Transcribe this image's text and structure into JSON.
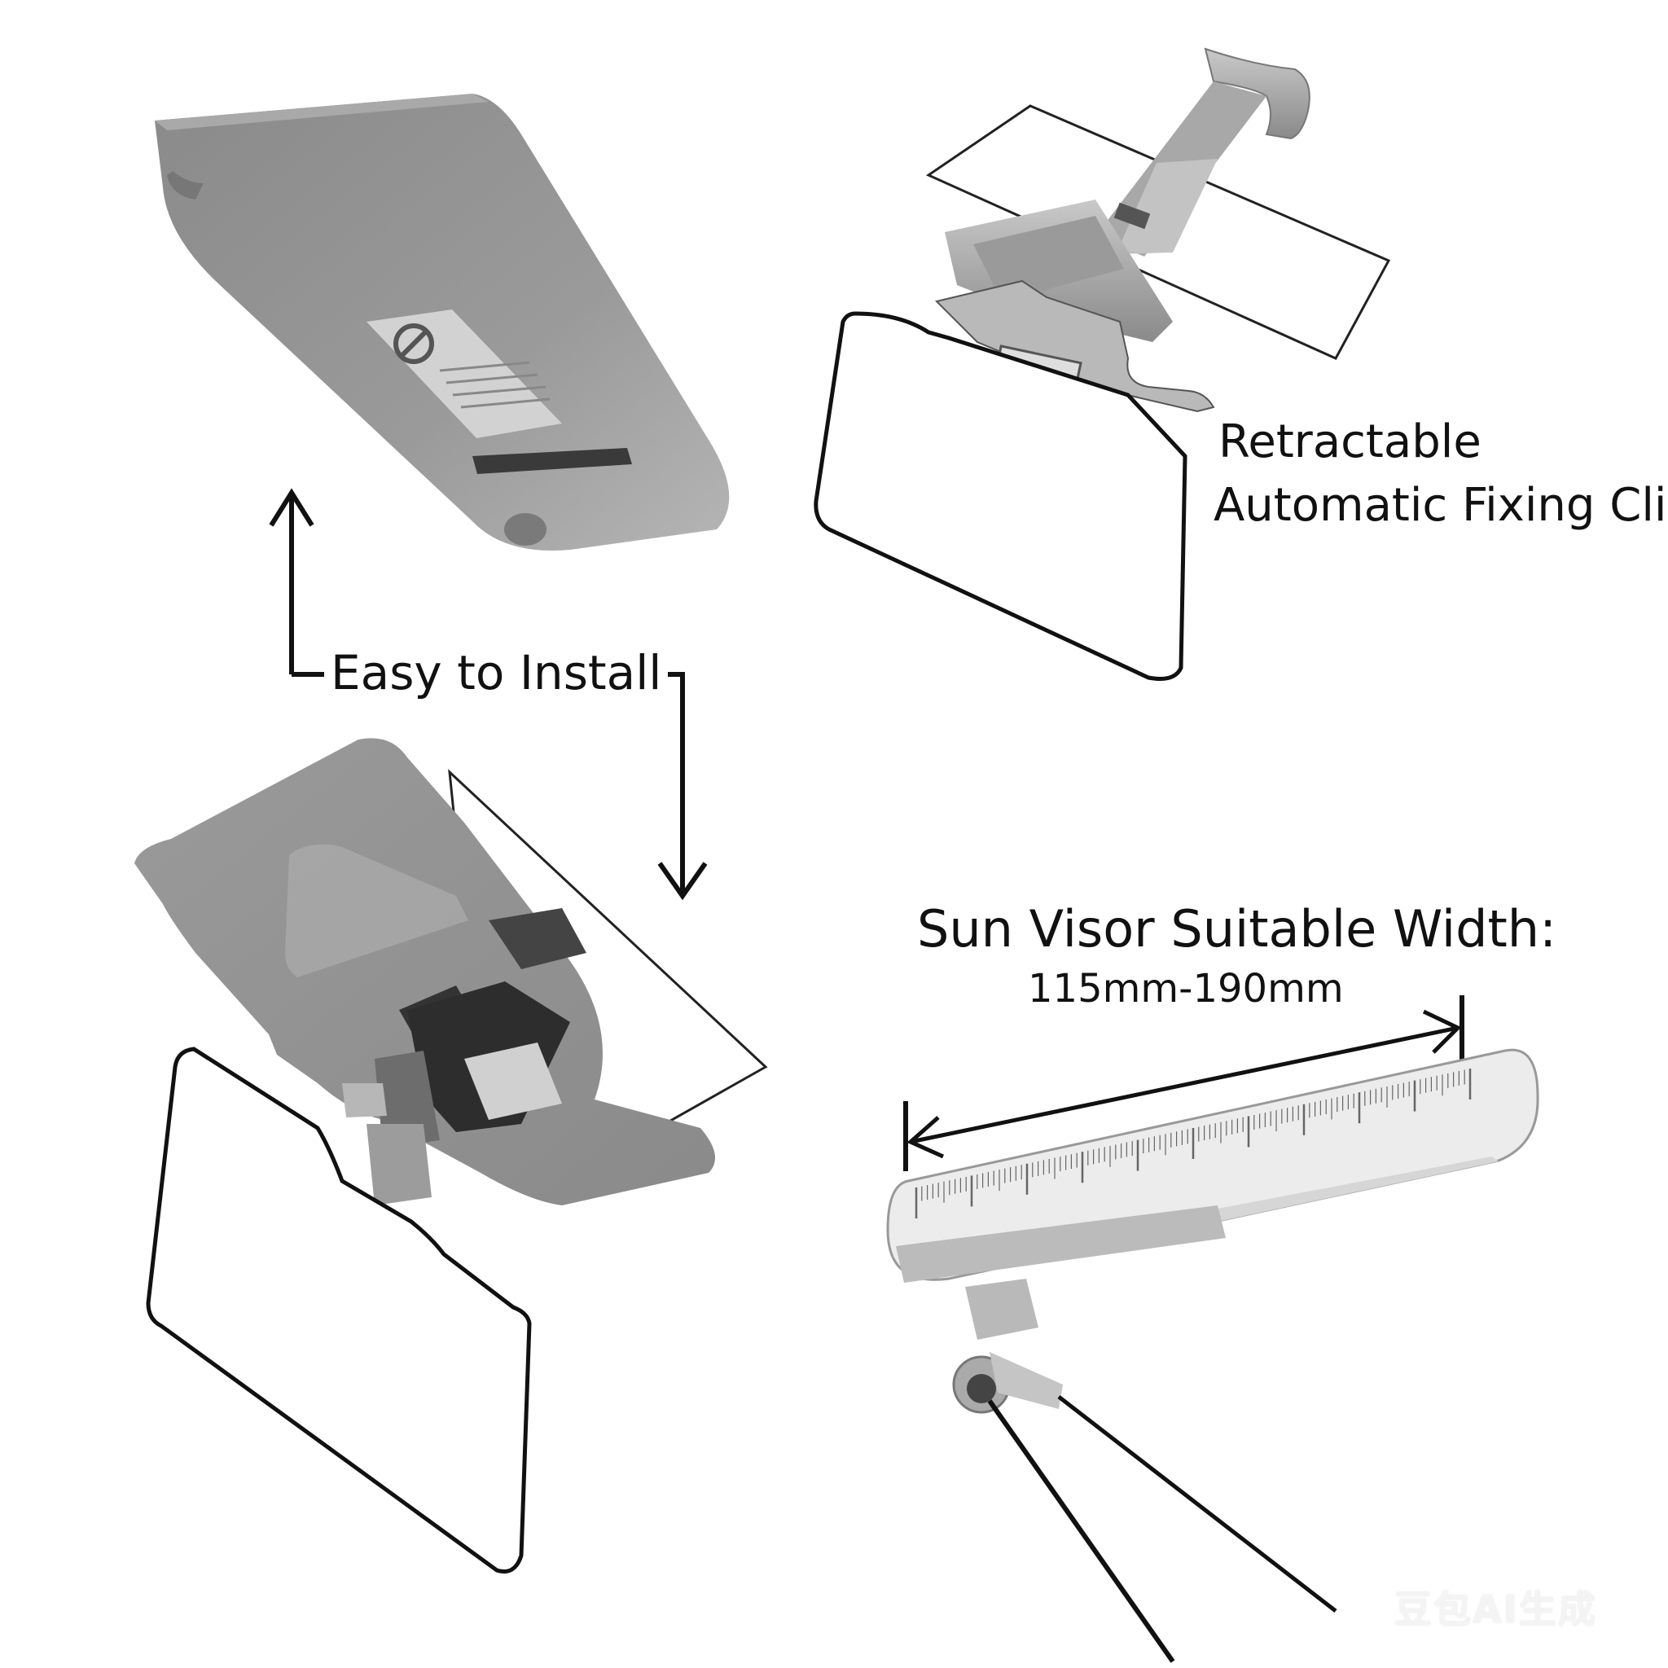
{
  "labels": {
    "retractable_line1": "Retractable",
    "retractable_line2": "Automatic Fixing Clip",
    "easy_install": "Easy to Install",
    "width_title": "Sun Visor Suitable Width:",
    "width_range": "115mm-190mm"
  },
  "watermark": "豆包AI生成",
  "colors": {
    "background": "#ffffff",
    "visor_gray": "#8e8e8e",
    "line_black": "#111111"
  },
  "ruler": {
    "major_ticks": 11,
    "minor_per_major": 10
  }
}
